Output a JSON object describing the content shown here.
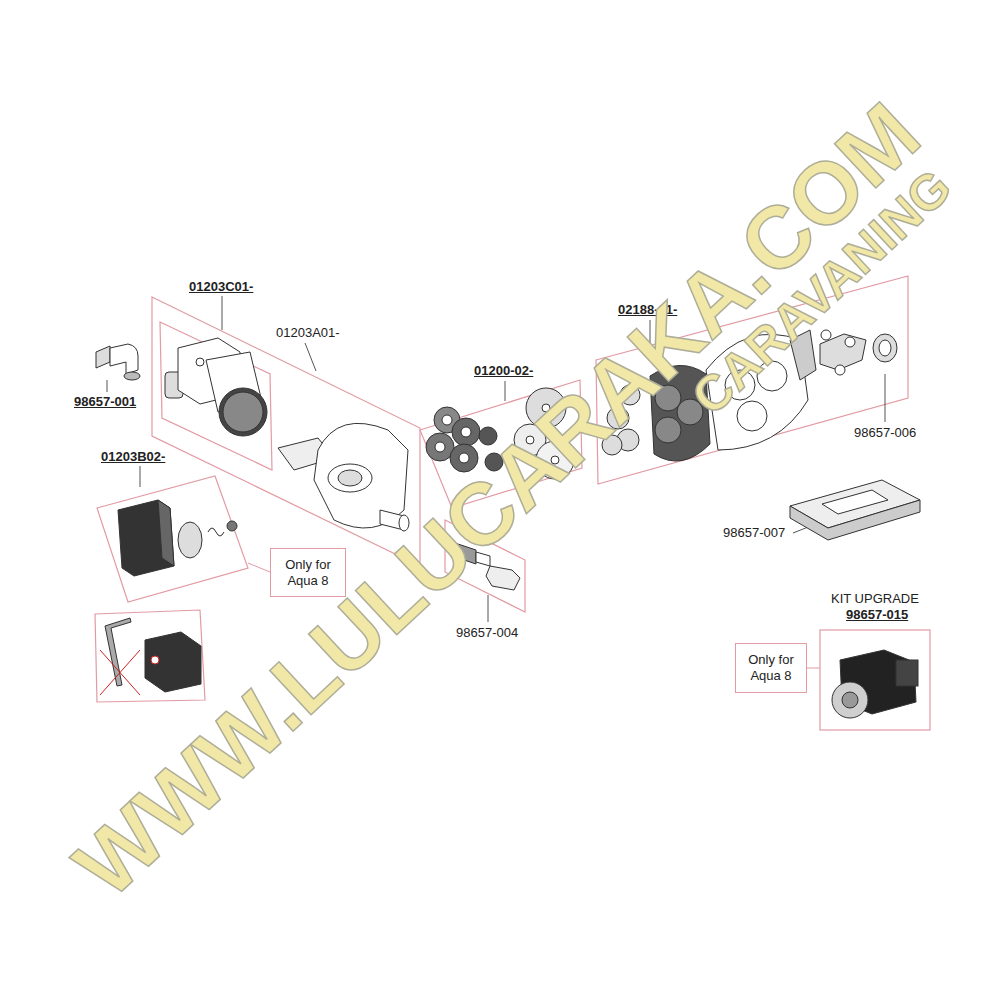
{
  "diagram": {
    "nodes": [
      {
        "text": [
          "Only for Aqua 8"
        ]
      },
      {
        "text": [
          "Only for Aqua 8"
        ]
      }
    ],
    "labels": [
      "01203C01-",
      "01203A01-",
      "98657-001",
      "01203B02-",
      "01200-02-",
      "98657-004",
      "02188-01-",
      "98657-006",
      "98657-007",
      "KIT UPGRADE",
      "98657-015",
      "WWW.LULUCARAKA.COM",
      "CARAVANING"
    ]
  }
}
